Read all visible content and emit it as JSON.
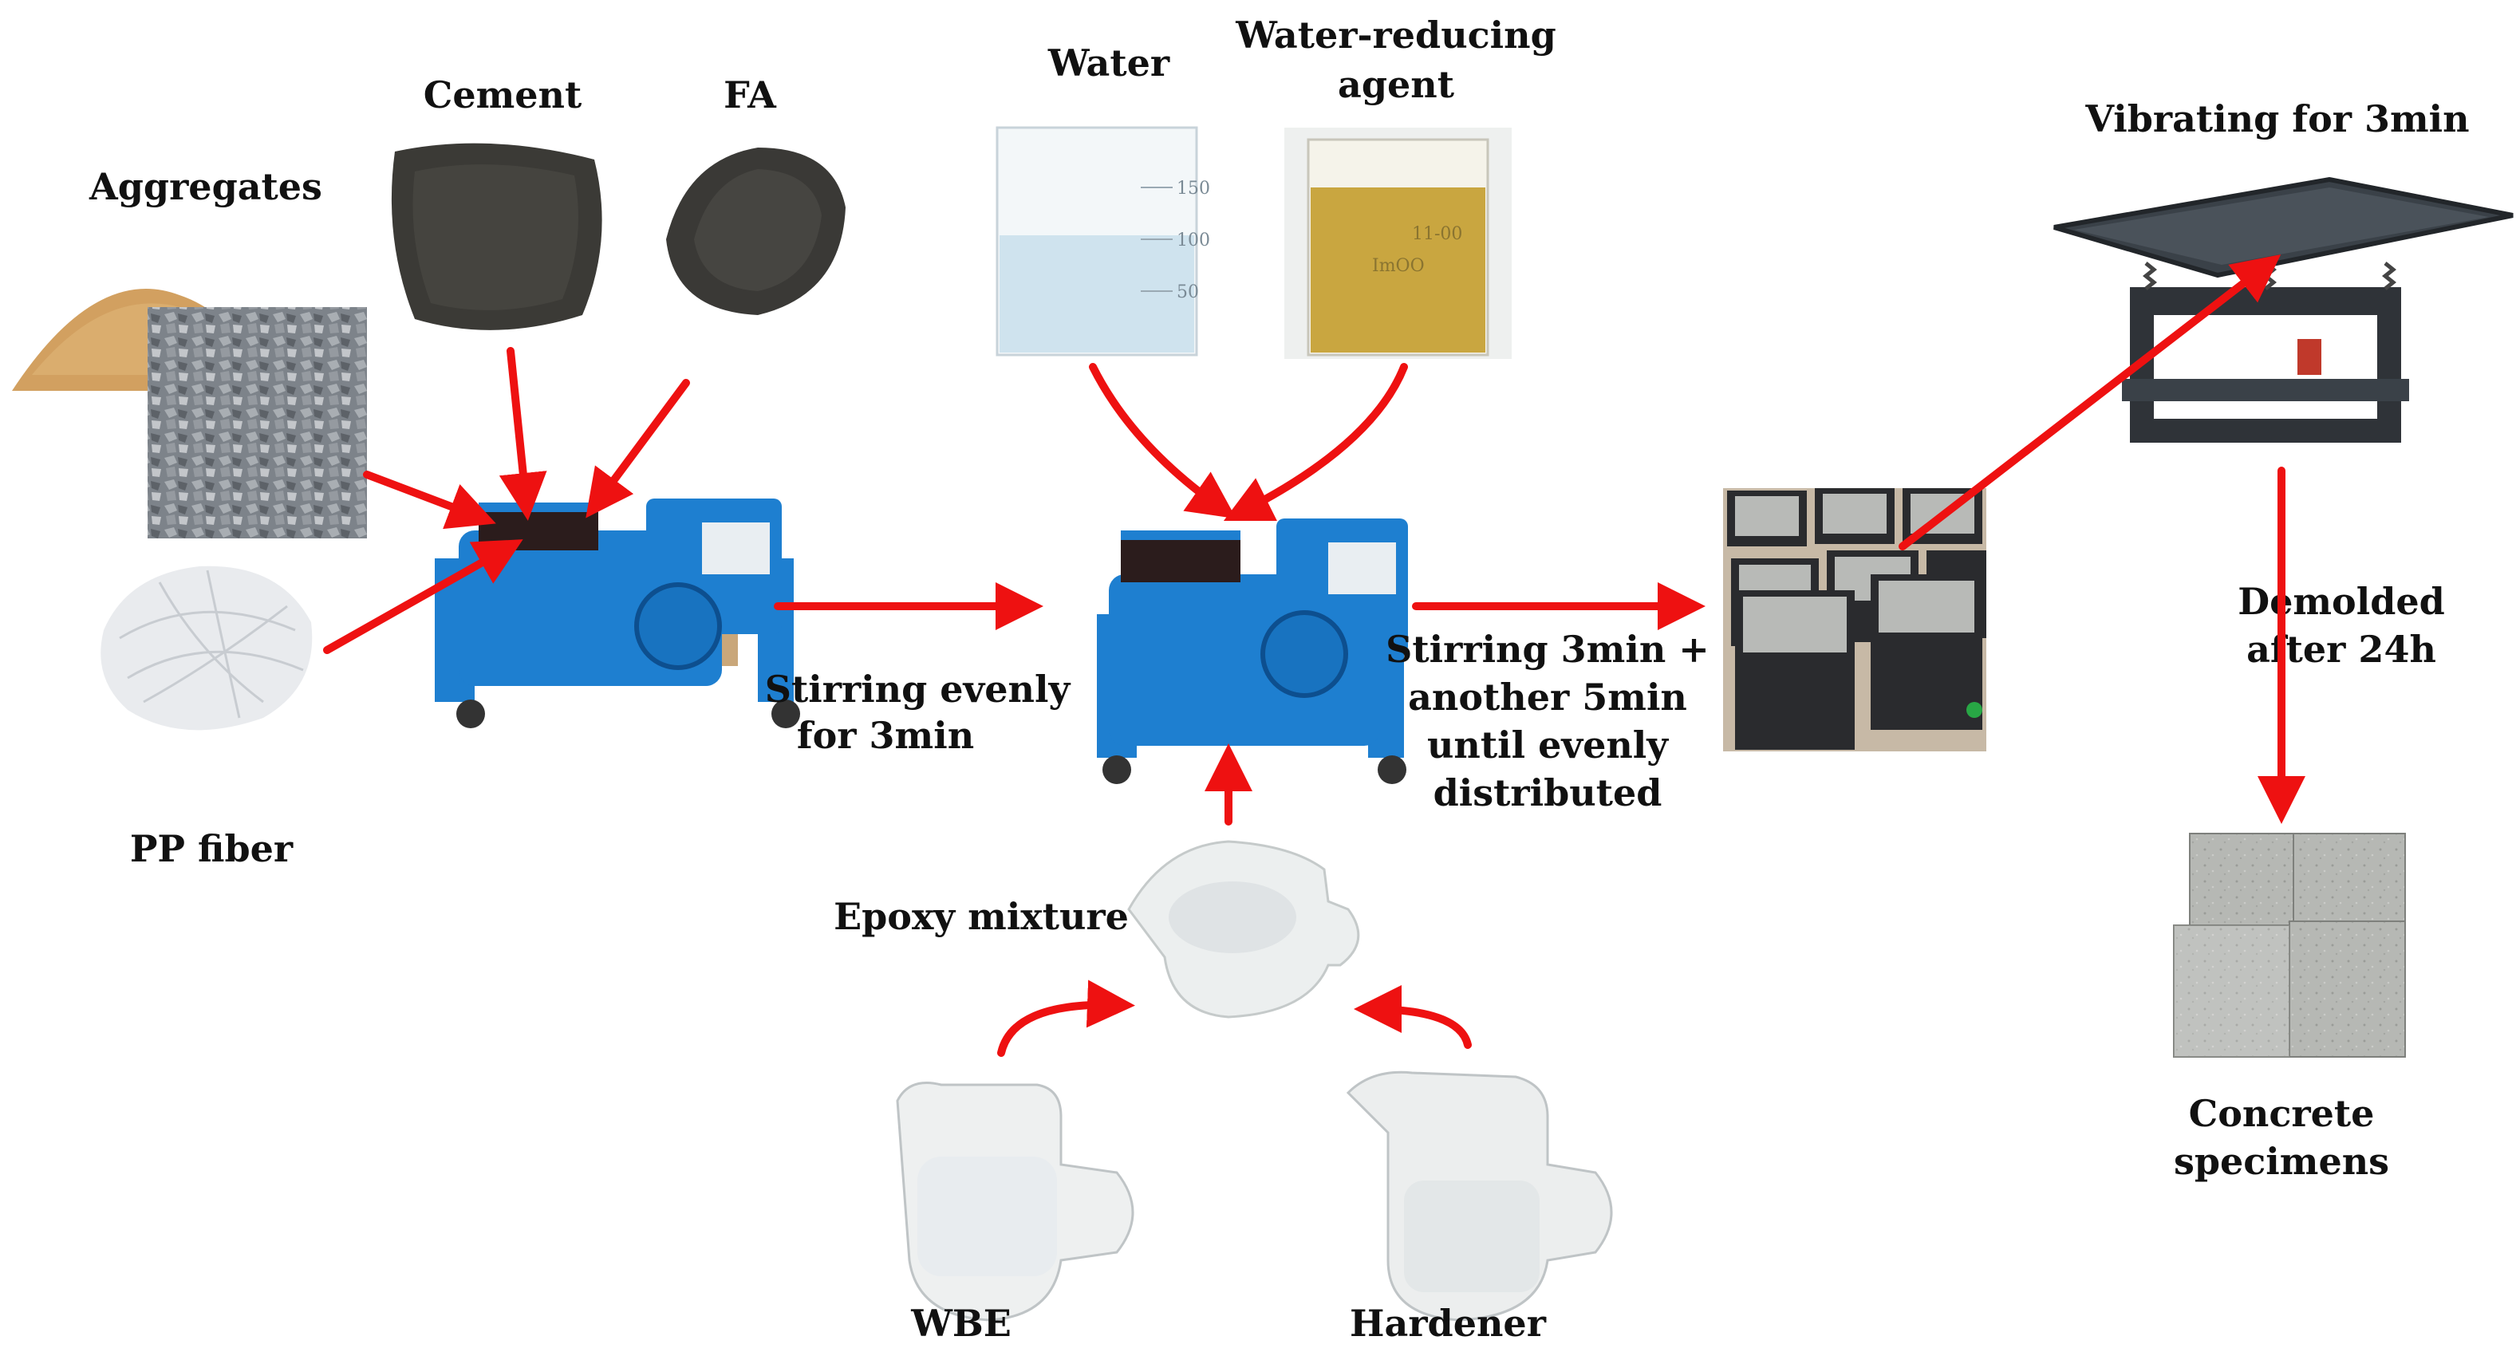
{
  "labels": {
    "aggregates": "Aggregates",
    "cement": "Cement",
    "fa": "FA",
    "pp_fiber": "PP fiber",
    "water": "Water",
    "water_reducing_1": "Water-reducing",
    "water_reducing_2": "agent",
    "stirring_evenly_1": "Stirring evenly",
    "stirring_evenly_2": "for 3min",
    "stirring_3min_1": "Stirring 3min +",
    "stirring_3min_2": "another 5min",
    "stirring_3min_3": "until evenly",
    "stirring_3min_4": "distributed",
    "vibrating": "Vibrating for 3min",
    "demolded_1": "Demolded",
    "demolded_2": "after 24h",
    "concrete_1": "Concrete",
    "concrete_2": "specimens",
    "epoxy_mixture": "Epoxy mixture",
    "wbe": "WBE",
    "hardener": "Hardener"
  },
  "beaker_marks": {
    "water": [
      "150",
      "100",
      "50"
    ],
    "agent": [
      "11-00",
      "ImOO"
    ]
  },
  "colors": {
    "arrow": "#ee1111",
    "mixer_blue": "#1e7fd0",
    "mixer_dark": "#0d4f8f",
    "sand": "#d2a060",
    "gravel": "#8a8f96",
    "powder": "#3b3a36",
    "fiber": "#e9ebee",
    "water": "#cfe3ee",
    "agent": "#c9a640",
    "mold": "#2a2b2e",
    "concrete": "#b8bab7",
    "table_top": "#3a4148"
  }
}
